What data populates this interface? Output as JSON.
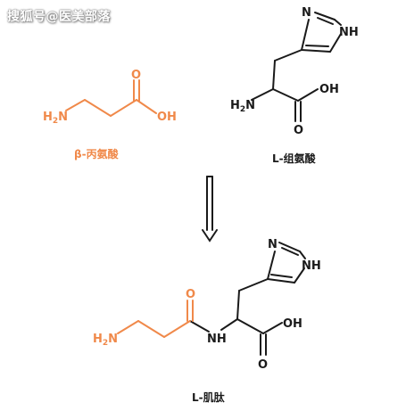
{
  "watermark": "搜狐号@医美部落",
  "colors": {
    "orange": "#f0894a",
    "black": "#1a1a1a"
  },
  "molecules": {
    "beta_alanine": {
      "name": "β-丙氨酸",
      "labels": {
        "amine": "H2N",
        "carbonyl_o": "O",
        "hydroxyl": "OH"
      }
    },
    "l_histidine": {
      "name": "L-组氨酸",
      "labels": {
        "ring_n": "N",
        "ring_nh": "NH",
        "amine": "H2N",
        "carbonyl_o": "O",
        "hydroxyl": "OH"
      }
    },
    "l_carnosine": {
      "name": "L-肌肽",
      "labels": {
        "ring_n": "N",
        "ring_nh": "NH",
        "amine": "H2N",
        "amide_o": "O",
        "amide_nh": "NH",
        "carbonyl_o": "O",
        "hydroxyl": "OH"
      }
    }
  },
  "arrow": {
    "direction": "down"
  }
}
